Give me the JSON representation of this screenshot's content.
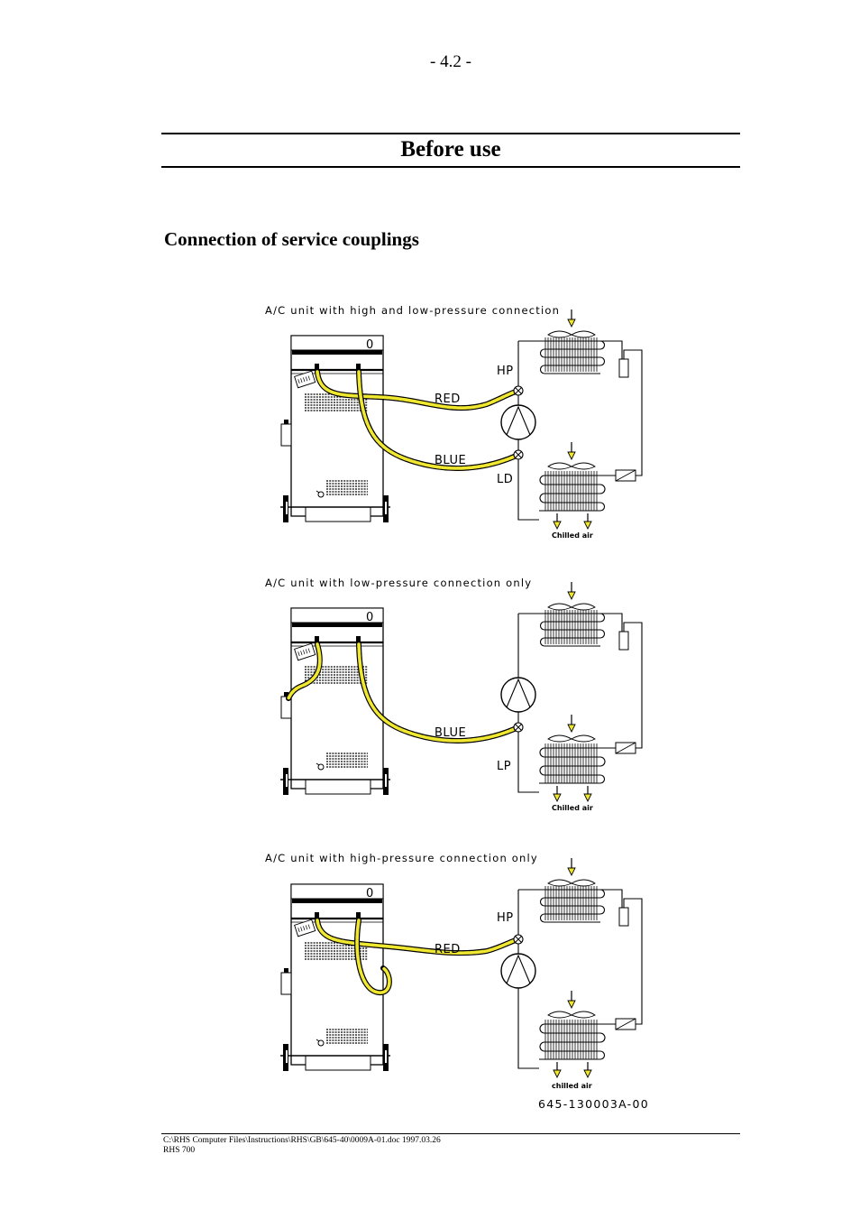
{
  "page": {
    "number": "- 4.2 -",
    "title": "Before use",
    "section_heading": "Connection of service couplings"
  },
  "diagrams": [
    {
      "caption": "A/C unit with high and low-pressure connection",
      "gauge_label": "0",
      "hose_labels": [
        "RED",
        "BLUE"
      ],
      "port_labels": [
        "HP",
        "LD"
      ],
      "air_label": "Chilled  air"
    },
    {
      "caption": "A/C unit with low-pressure connection only",
      "gauge_label": "0",
      "hose_labels": [
        "BLUE"
      ],
      "port_labels": [
        "LP"
      ],
      "air_label": "Chilled  air"
    },
    {
      "caption": "A/C unit with high-pressure connection only",
      "gauge_label": "0",
      "hose_labels": [
        "RED"
      ],
      "port_labels": [
        "HP"
      ],
      "air_label": "chilled  air"
    }
  ],
  "drawing_number": "645-130003A-00",
  "footer": {
    "file_path": "C:\\RHS Computer Files\\Instructions\\RHS\\GB\\645-40\\0009A-01.doc    1997.03.26",
    "model": "RHS 700"
  },
  "colors": {
    "hose": "#f0e830",
    "line": "#000000"
  }
}
